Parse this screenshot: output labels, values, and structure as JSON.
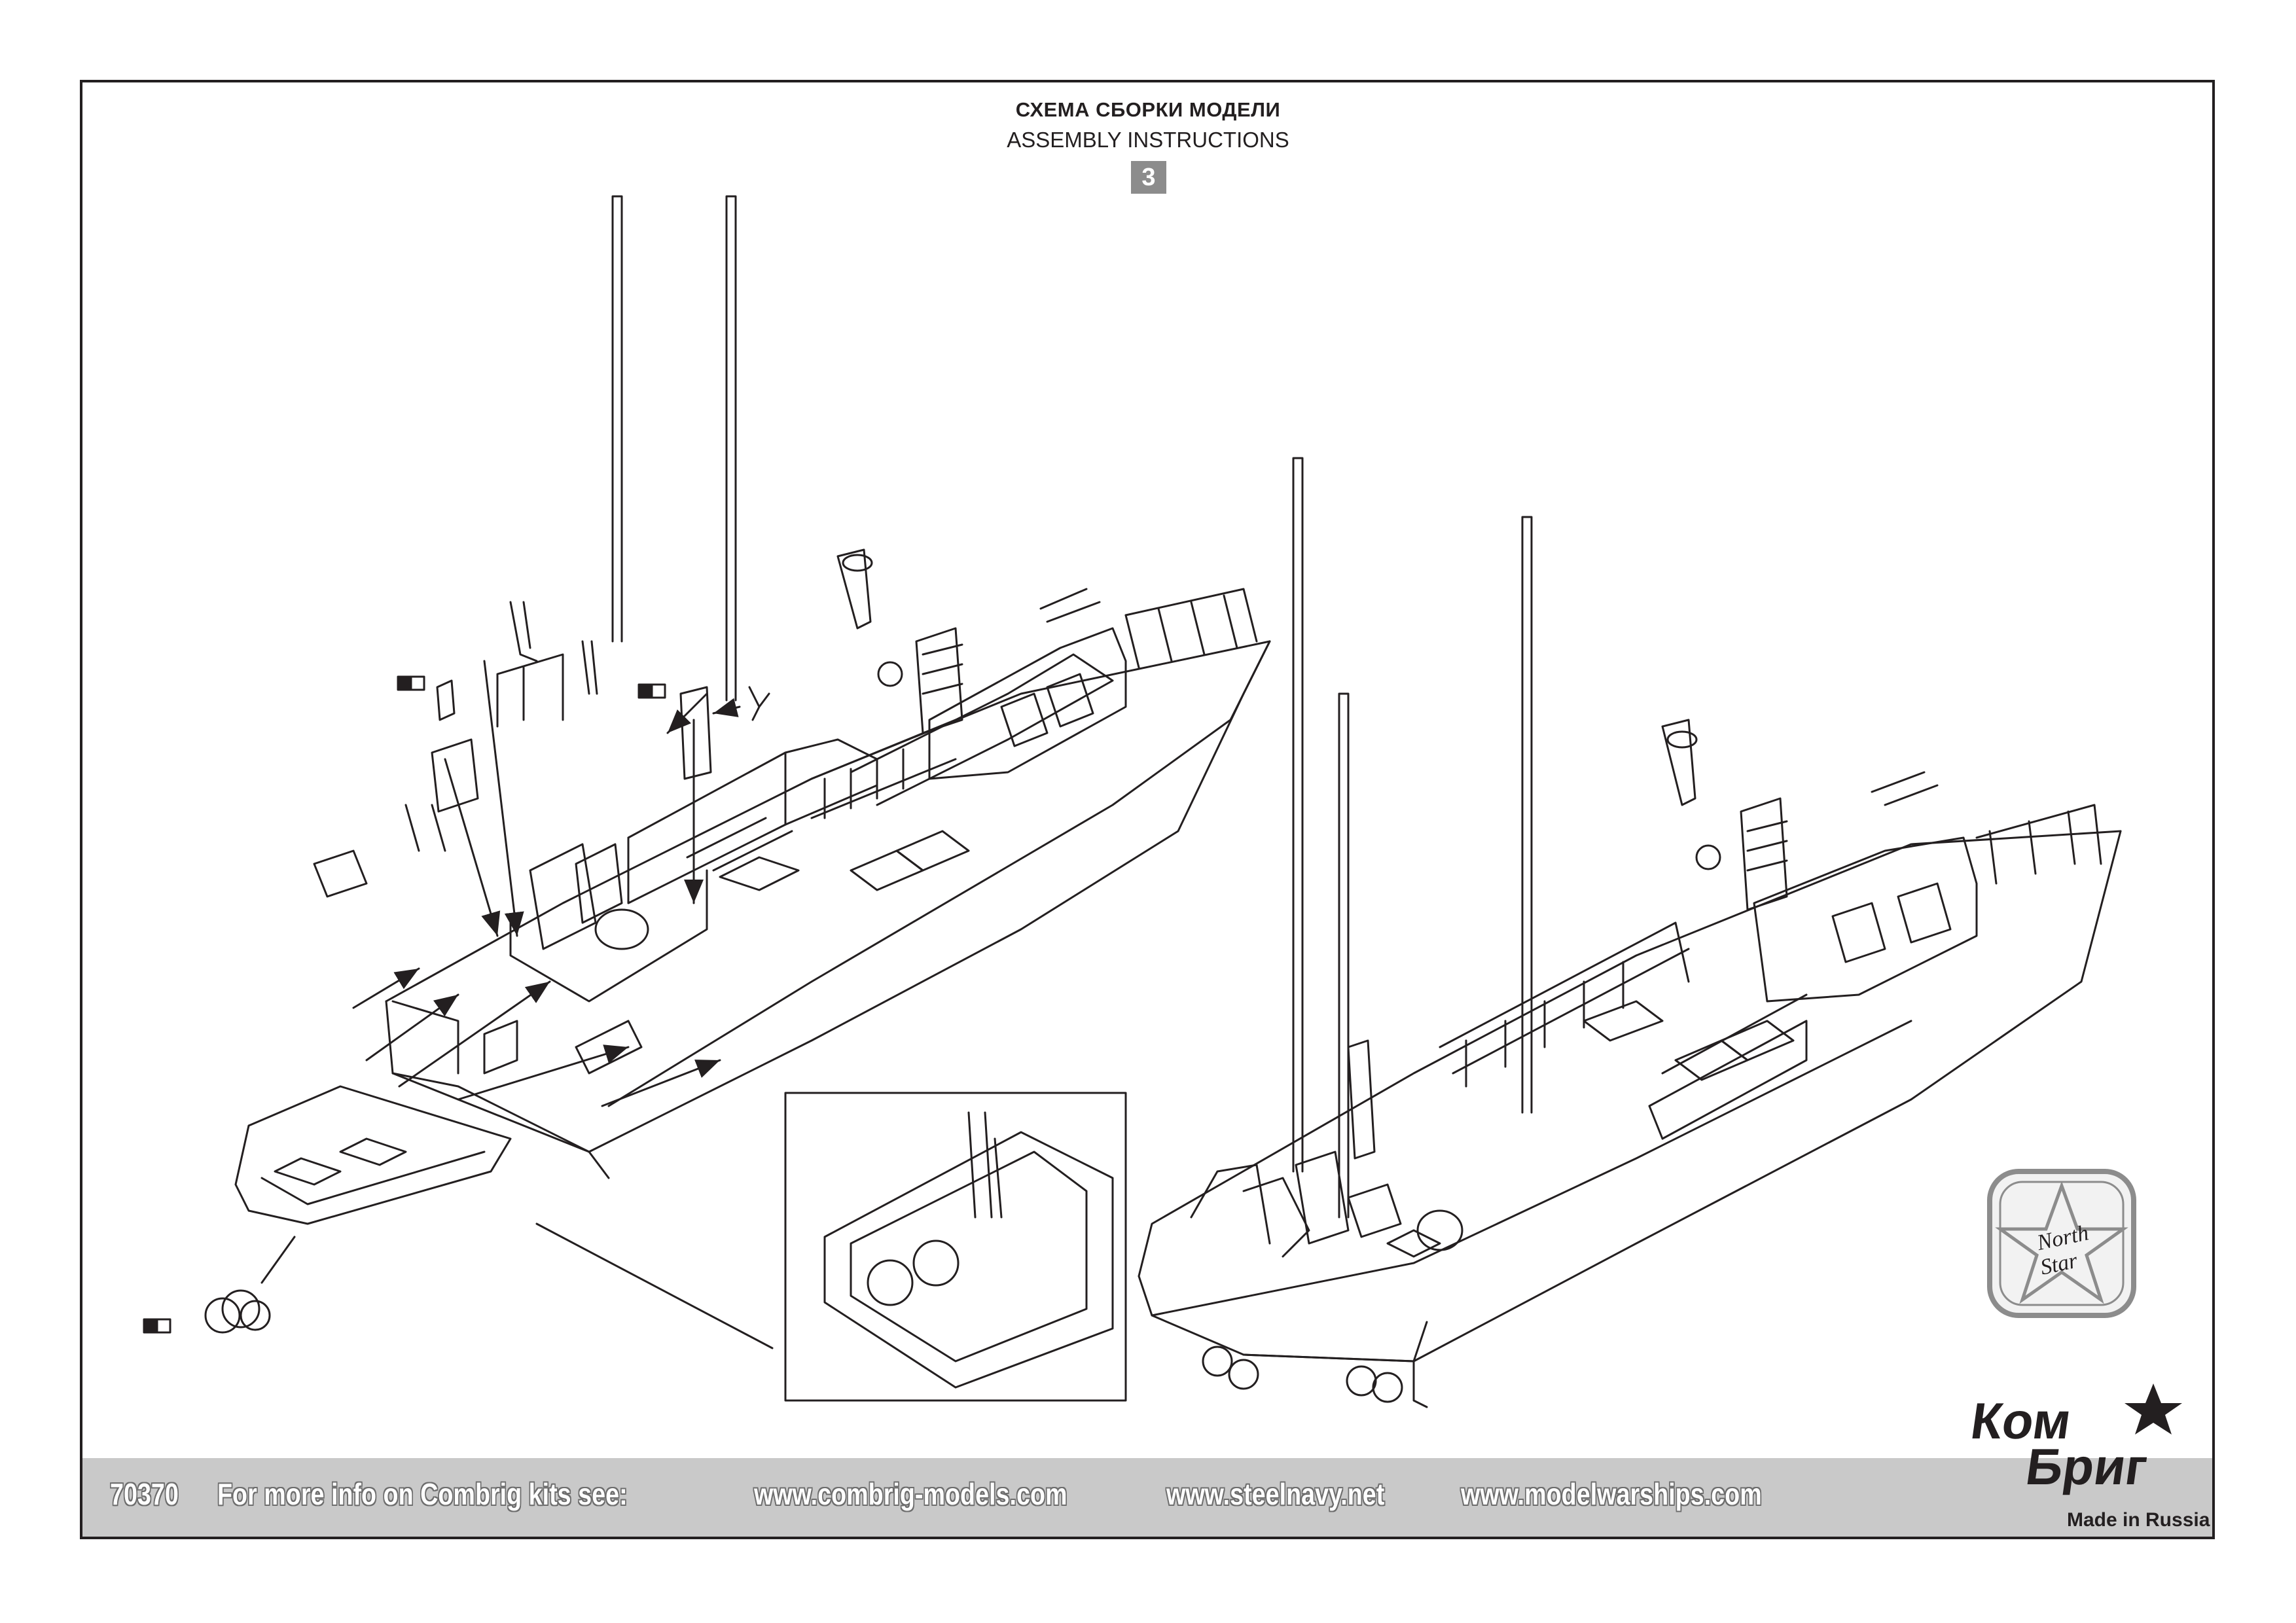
{
  "header": {
    "title_ru": "СХЕМА СБОРКИ МОДЕЛИ",
    "title_en": "ASSEMBLY INSTRUCTIONS",
    "step": "3"
  },
  "footer": {
    "kit_number": "70370",
    "info_text": "For more info on Combrig kits see:",
    "links": [
      "www.combrig-models.com",
      "www.steelnavy.net",
      "www.modelwarships.com"
    ],
    "made_in": "Made in Russia"
  },
  "logos": {
    "brand": "КомБриг",
    "north_star": "North Star"
  },
  "colors": {
    "ink": "#231f20",
    "footer_band": "#c9c9c9",
    "step_badge": "#8c8c8c"
  }
}
